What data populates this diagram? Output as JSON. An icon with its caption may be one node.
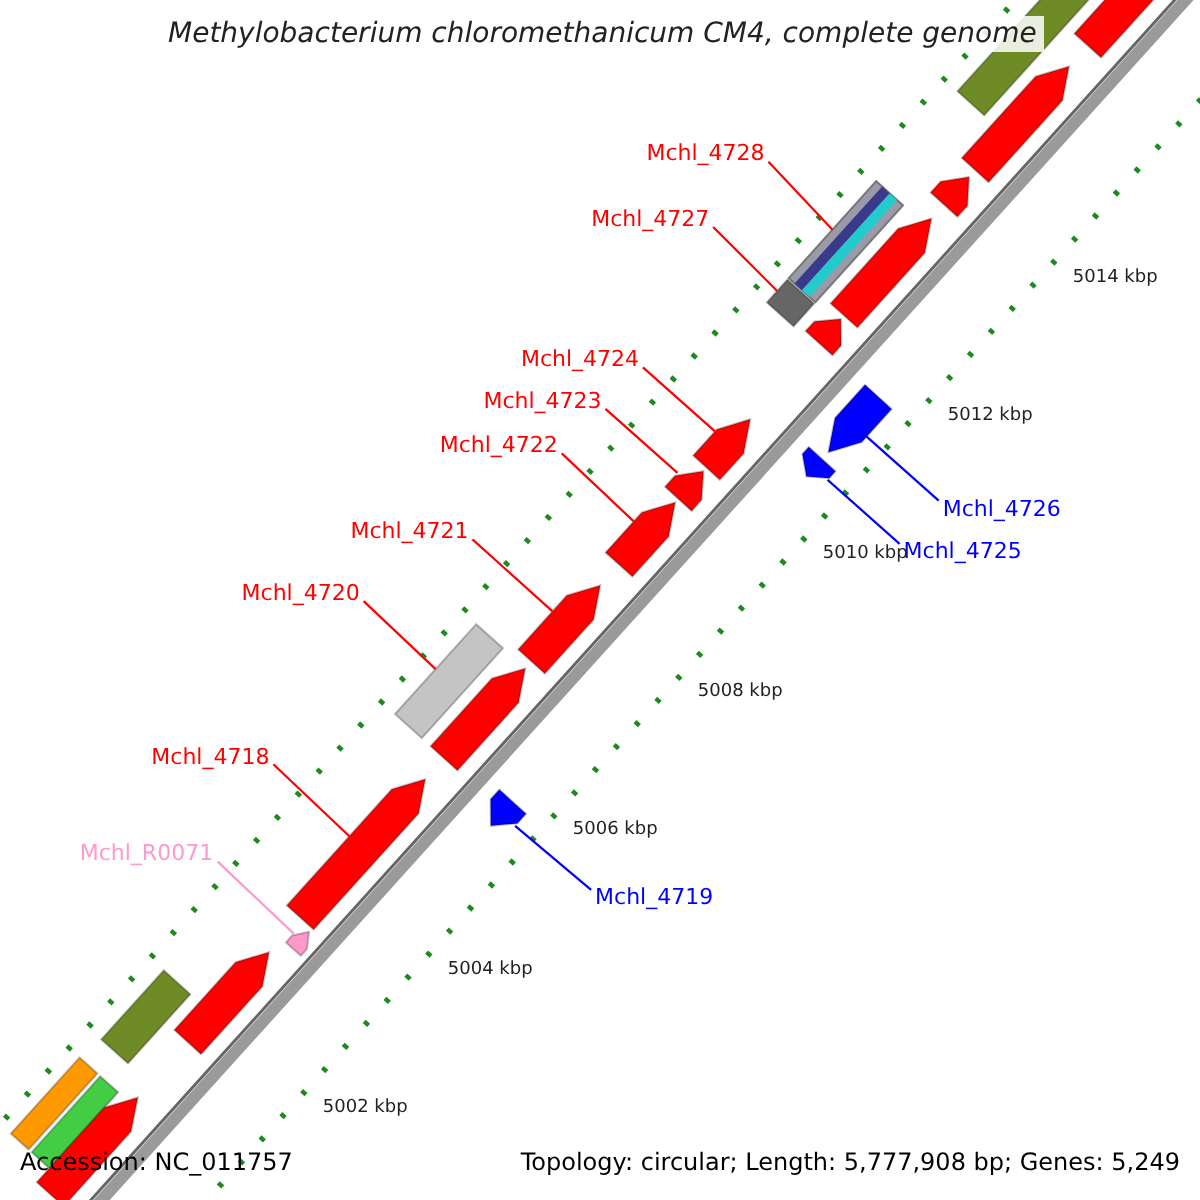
{
  "diagram": {
    "title": "Methylobacterium chloromethanicum CM4, complete genome",
    "nodes": [
      {
        "text": [
          "Mchl_4728"
        ]
      },
      {
        "text": [],
        "shape": "box"
      },
      {
        "text": [
          "Mchl_4727"
        ]
      },
      {
        "text": [],
        "shape": "diamond"
      },
      {
        "text": [
          "Mchl_4724"
        ]
      },
      {
        "text": [],
        "shape": "arrow"
      },
      {
        "text": [
          "Mchl_4723"
        ]
      },
      {
        "text": [],
        "shape": "arrow"
      },
      {
        "text": [
          "Mchl_4722"
        ]
      },
      {
        "text": [],
        "shape": "arrow"
      },
      {
        "text": [
          "Mchl_4726"
        ]
      },
      {
        "text": [],
        "shape": "arrow"
      },
      {
        "text": [
          "Mchl_4721"
        ]
      },
      {
        "text": [],
        "shape": "arrow"
      },
      {
        "text": [
          "Mchl_4725"
        ]
      },
      {
        "text": [],
        "shape": "arrow"
      },
      {
        "text": [
          "Mchl_4720"
        ]
      },
      {
        "text": [],
        "shape": "box"
      },
      {
        "text": [
          "Mchl_4718"
        ]
      },
      {
        "text": [],
        "shape": "arrow"
      },
      {
        "text": [
          "Mchl_R0071"
        ]
      },
      {
        "text": [],
        "shape": "arrow"
      },
      {
        "text": [
          "Mchl_4719"
        ]
      },
      {
        "text": [],
        "shape": "arrow"
      },
      {
        "text": [],
        "shape": "arrow"
      },
      {
        "text": [],
        "shape": "arrow"
      },
      {
        "text": [],
        "shape": "arrow"
      },
      {
        "text": [],
        "shape": "arrow"
      },
      {
        "text": [],
        "shape": "arrow"
      },
      {
        "text": [],
        "shape": "arrow"
      },
      {
        "text": [],
        "shape": "arrow"
      },
      {
        "text": [],
        "shape": "arrow"
      },
      {
        "text": [],
        "shape": "box"
      },
      {
        "text": [],
        "shape": "box"
      },
      {
        "text": [],
        "shape": "box"
      },
      {
        "text": [],
        "shape": "arrow"
      }
    ],
    "edges": [
      {
        "from": 0,
        "to": 1,
        "arrow": "none"
      },
      {
        "from": 2,
        "to": 3,
        "arrow": "none"
      },
      {
        "from": 4,
        "to": 5,
        "arrow": "none"
      },
      {
        "from": 6,
        "to": 7,
        "arrow": "none"
      },
      {
        "from": 8,
        "to": 9,
        "arrow": "none"
      },
      {
        "from": 10,
        "to": 11,
        "arrow": "none",
        "color": "#0000ff"
      },
      {
        "from": 12,
        "to": 13,
        "arrow": "none"
      },
      {
        "from": 14,
        "to": 15,
        "arrow": "none",
        "color": "#0000ff"
      },
      {
        "from": 16,
        "to": 17,
        "arrow": "none"
      },
      {
        "from": 18,
        "to": 19,
        "arrow": "none"
      },
      {
        "from": 20,
        "to": 21,
        "arrow": "none",
        "color": "#ff99cc"
      },
      {
        "from": 22,
        "to": 23,
        "arrow": "none",
        "color": "#0000ff"
      }
    ],
    "labels": [
      "5014 kbp",
      "5012 kbp",
      "5010 kbp",
      "5008 kbp",
      "5006 kbp",
      "5004 kbp",
      "5002 kbp",
      "Accession: NC_011757",
      "Topology: circular; Length: 5,777,908 bp; Genes: 5,249"
    ]
  }
}
